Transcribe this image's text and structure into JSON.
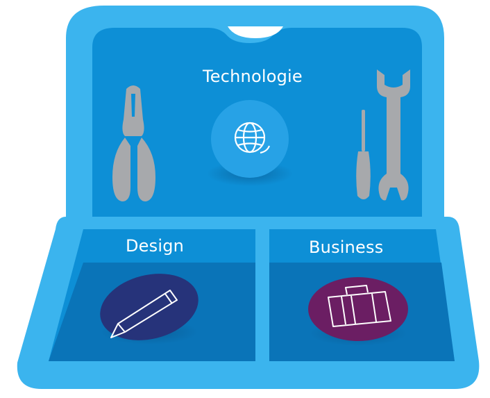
{
  "toolbox": {
    "top_section": {
      "label": "Technologie",
      "icon": "globe-icon"
    },
    "left_section": {
      "label": "Design",
      "icon": "pencil-icon"
    },
    "right_section": {
      "label": "Business",
      "icon": "briefcase-icon"
    },
    "decorations": [
      "pliers-icon",
      "screwdriver-icon",
      "wrench-icon"
    ]
  },
  "colors": {
    "frame": "#3BB4EE",
    "lid_inner": "#0D8FD6",
    "tray_inner": "#0C7BC2",
    "tools": "#A7A9AC",
    "globe_circle": "#27A2E6",
    "pencil_circle": "#26337A",
    "briefcase_circle": "#6B1E63",
    "text": "#FFFFFF"
  }
}
